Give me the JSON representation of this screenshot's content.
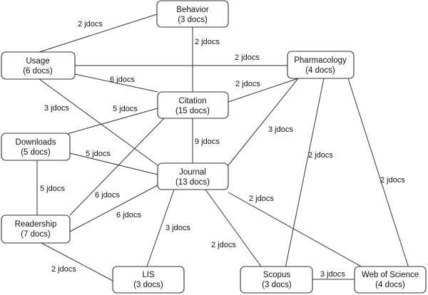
{
  "nodes": {
    "behavior": {
      "name": "Behavior",
      "count": "(3 docs)"
    },
    "usage": {
      "name": "Usage",
      "count": "(6 docs)"
    },
    "pharmacology": {
      "name": "Pharmacology",
      "count": "(4 docs)"
    },
    "citation": {
      "name": "Citation",
      "count": "(15 docs)"
    },
    "downloads": {
      "name": "Downloads",
      "count": "(5 docs)"
    },
    "journal": {
      "name": "Journal",
      "count": "(13 docs)"
    },
    "readership": {
      "name": "Readership",
      "count": "(7 docs)"
    },
    "lis": {
      "name": "LIS",
      "count": "(3 docs)"
    },
    "scopus": {
      "name": "Scopus",
      "count": "(3 docs)"
    },
    "wos": {
      "name": "Web of Science",
      "count": "(4 docs)"
    }
  },
  "edges": {
    "behavior_usage": "2 jdocs",
    "behavior_citation": "2 jdocs",
    "usage_pharmacology": "2 jdocs",
    "usage_citation": "6 jdocs",
    "usage_journal": "3 jdocs",
    "citation_pharmacology": "2 jdocs",
    "citation_downloads": "5 jdocs",
    "citation_journal": "9 jdocs",
    "citation_readership": "6 jdocs",
    "pharmacology_journal": "3 jdocs",
    "pharmacology_scopus": "2 jdocs",
    "pharmacology_wos": "2 jdocs",
    "downloads_journal": "5 jdocs",
    "downloads_readership": "5 jdocs",
    "journal_readership": "6 jdocs",
    "journal_lis": "3 jdocs",
    "journal_scopus": "2 jdocs",
    "journal_wos": "2 jdocs",
    "readership_lis": "2 jdocs",
    "scopus_wos": "3 jdocs"
  }
}
